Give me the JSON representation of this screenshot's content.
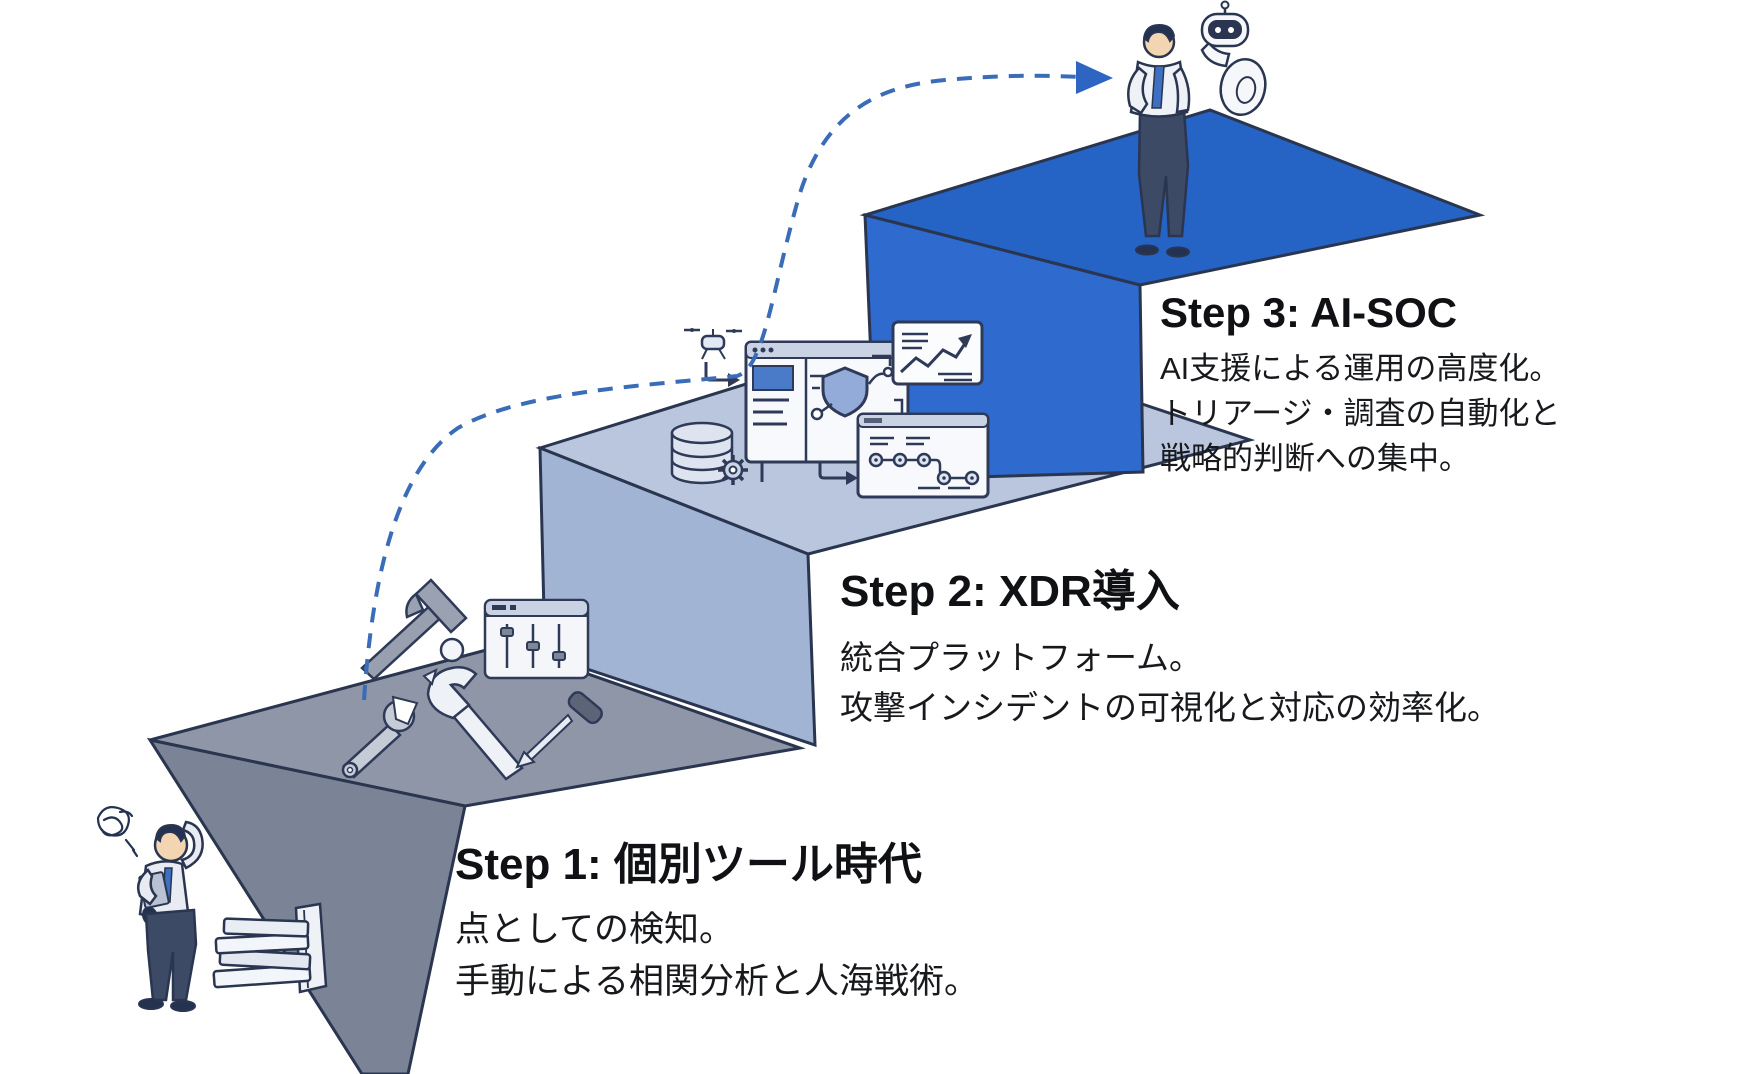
{
  "meta": {
    "type": "infographic-staircase-diagram",
    "language": "ja"
  },
  "steps": [
    {
      "id": "step-1",
      "title": "Step 1: 個別ツール時代",
      "lines": [
        "点としての検知。",
        "手動による相関分析と人海戦術。"
      ]
    },
    {
      "id": "step-2",
      "title": "Step 2: XDR導入",
      "lines": [
        "統合プラットフォーム。",
        "攻撃インシデントの可視化と対応の効率化。"
      ]
    },
    {
      "id": "step-3",
      "title": "Step 3: AI-SOC",
      "lines": [
        "AI支援による運用の高度化。",
        "トリアージ・調査の自動化と",
        "戦略的判断への集中。"
      ]
    }
  ],
  "icons": [
    "hammer-icon",
    "settings-sliders-window-icon",
    "wrench-icon",
    "adjustable-wrench-icon",
    "screwdriver-icon",
    "database-icon",
    "gear-icon",
    "drone-icon",
    "security-dashboard-window-icon",
    "shield-icon",
    "line-chart-card-icon",
    "timeline-window-icon",
    "up-arrow-icon",
    "right-arrow-icon",
    "dashed-progress-arrow",
    "confusion-scribble-icon",
    "books-stack-icon",
    "confused-analyst-figure",
    "analyst-figure",
    "ai-robot-icon"
  ],
  "colors": {
    "background": "#ffffff",
    "outline": "#2a3550",
    "step1_top": "#8e96a7",
    "step1_side": "#7b8496",
    "step2_top": "#b9c6de",
    "step2_side": "#a2b4d4",
    "step3_top": "#2563c5",
    "step3_front": "#2f6bce",
    "arrow_dash": "#3a6cb8",
    "arrow_head": "#2e65c3",
    "tie": "#3e6fc1",
    "skin": "#f3d6b1"
  }
}
